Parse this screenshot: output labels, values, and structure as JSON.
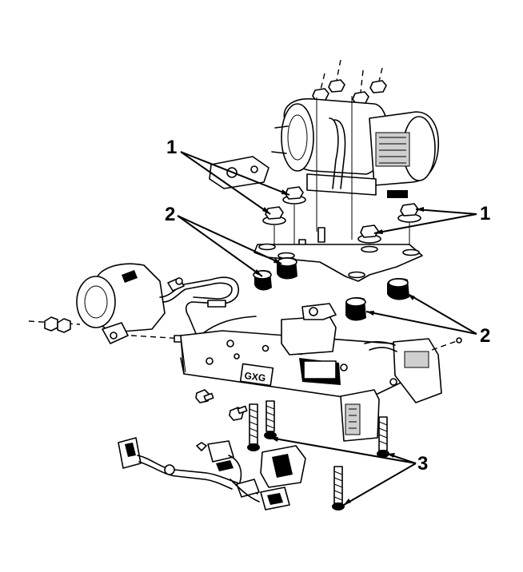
{
  "callouts": [
    {
      "id": "1",
      "label": "1"
    },
    {
      "id": "1b",
      "label": "1"
    },
    {
      "id": "2",
      "label": "2"
    },
    {
      "id": "2b",
      "label": "2"
    },
    {
      "id": "3",
      "label": "3"
    }
  ],
  "bracket_label": "GXG"
}
